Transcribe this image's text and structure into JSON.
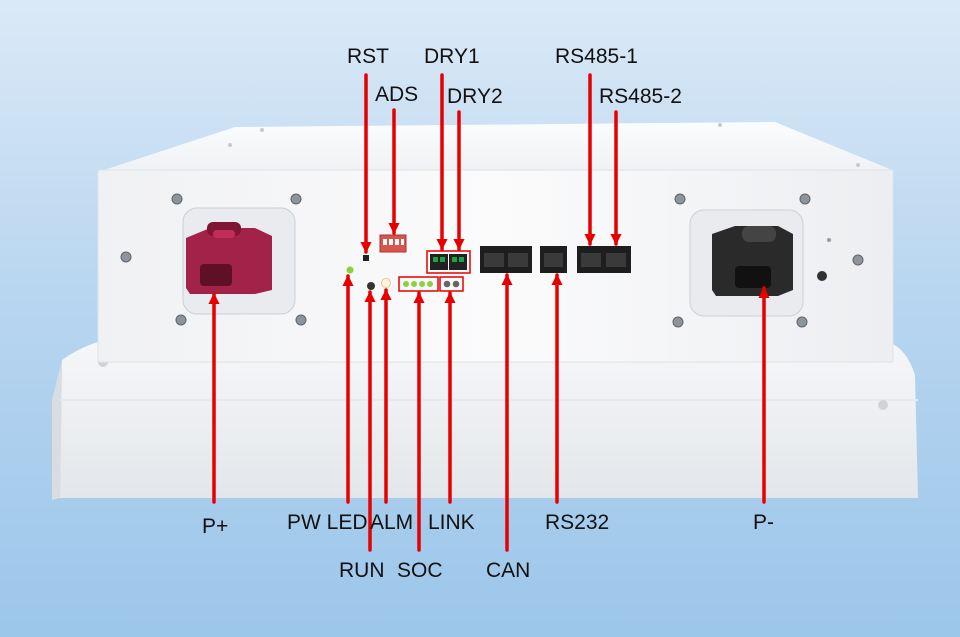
{
  "labels": {
    "rst": "RST",
    "ads": "ADS",
    "dry1": "DRY1",
    "dry2": "DRY2",
    "rs485_1": "RS485-1",
    "rs485_2": "RS485-2",
    "p_plus": "P+",
    "pw_led": "PW LED",
    "alm": "ALM",
    "link": "LINK",
    "rs232": "RS232",
    "p_minus": "P-",
    "run": "RUN",
    "soc": "SOC",
    "can": "CAN"
  },
  "colors": {
    "arrow": "#e60000",
    "p_plus_terminal": "#a3224a",
    "p_minus_terminal": "#2a2a2a",
    "led_green": "#8bd13b",
    "dry_contact": "#1fa24a",
    "dip_switch": "#d9534f"
  }
}
